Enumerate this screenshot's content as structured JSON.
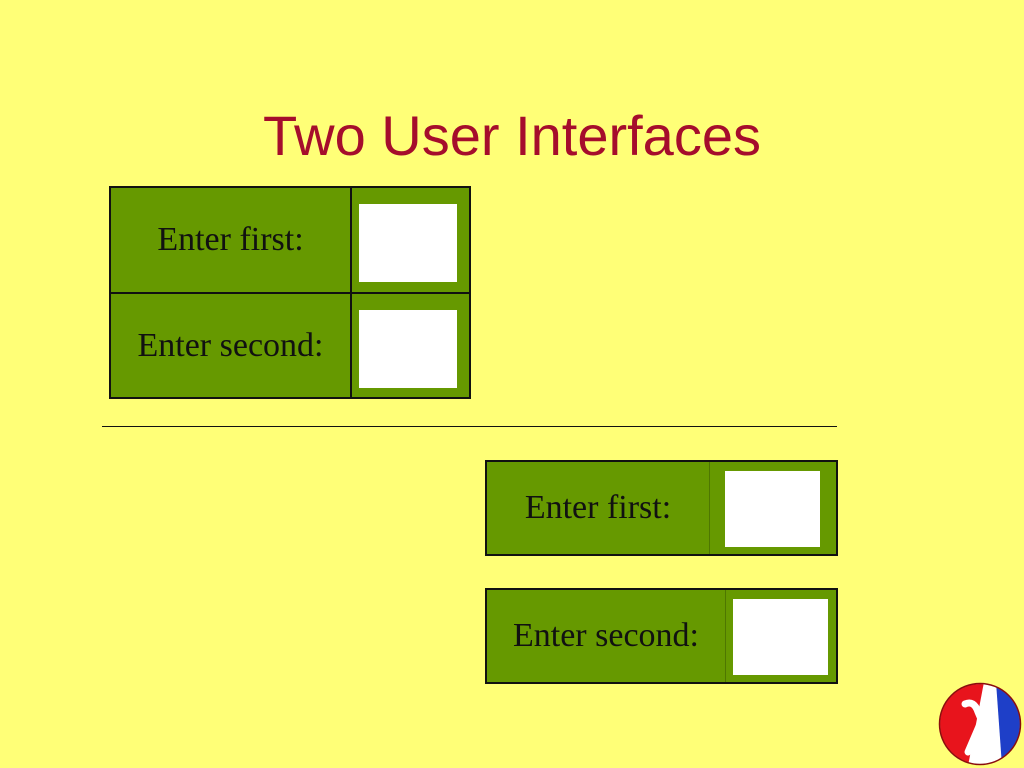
{
  "slide": {
    "title": "Two User Interfaces"
  },
  "combined_form": {
    "rows": [
      {
        "label": "Enter first:",
        "value": ""
      },
      {
        "label": "Enter second:",
        "value": ""
      }
    ]
  },
  "separate_forms": [
    {
      "label": "Enter first:",
      "value": ""
    },
    {
      "label": "Enter second:",
      "value": ""
    }
  ],
  "colors": {
    "background": "#ffff77",
    "title": "#a50d2c",
    "panel": "#669900",
    "field": "#ffffff"
  },
  "logo": {
    "icon": "lambda-logo-icon"
  }
}
